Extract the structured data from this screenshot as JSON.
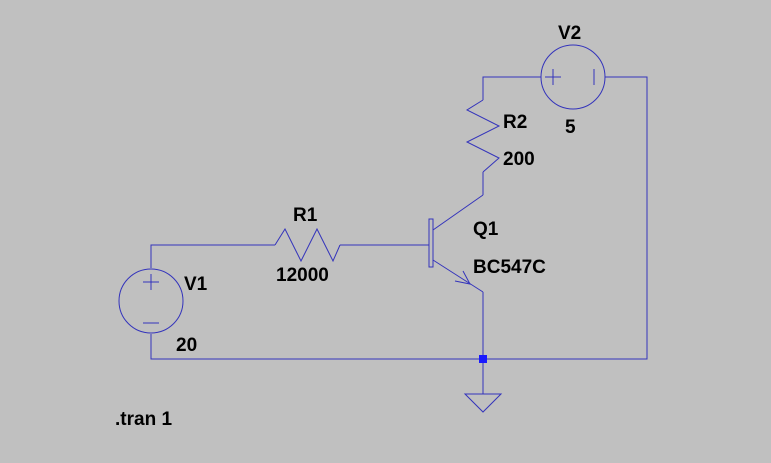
{
  "colors": {
    "background": "#c0c0c0",
    "wire": "#3333bb",
    "junction": "#1a1aff",
    "text": "#000000"
  },
  "components": {
    "v1": {
      "name": "V1",
      "value": "20"
    },
    "v2": {
      "name": "V2",
      "value": "5"
    },
    "r1": {
      "name": "R1",
      "value": "12000"
    },
    "r2": {
      "name": "R2",
      "value": "200"
    },
    "q1": {
      "name": "Q1",
      "value": "BC547C"
    }
  },
  "directive": ".tran 1"
}
